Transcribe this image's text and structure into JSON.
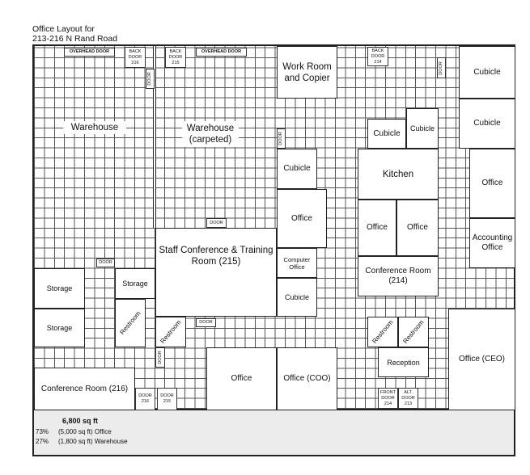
{
  "title": {
    "line1": "Office Layout for",
    "line2": "213-216 N Rand Road"
  },
  "rooms": {
    "overhead_door_1": "OVERHEAD DOOR",
    "overhead_door_2": "OVERHEAD DOOR",
    "back_door_216": "BACK DOOR 216",
    "back_door_215": "BACK DOOR 215",
    "back_door_214": "BACK DOOR 214",
    "warehouse": "Warehouse",
    "warehouse_carpeted": "Warehouse (carpeted)",
    "work_room": "Work Room and Copier",
    "cubicle_tr1": "Cubicle",
    "cubicle_tr2": "Cubicle",
    "cubicle_a": "Cubicle",
    "cubicle_b": "Cubicle",
    "cubicle_c": "Cubicle",
    "cubicle_d": "Cubicle",
    "kitchen": "Kitchen",
    "office_a": "Office",
    "office_b": "Office",
    "office_c": "Office",
    "office_d": "Office",
    "office_e": "Office",
    "accounting": "Accounting Office",
    "computer_office": "Computer Office",
    "staff_conf": "Staff Conference & Training Room (215)",
    "conf_214": "Conference Room (214)",
    "storage_1": "Storage",
    "storage_2": "Storage",
    "storage_3": "Storage",
    "restroom_1": "Restroom",
    "restroom_2": "Restroom",
    "restroom_3": "Restroom",
    "restroom_4": "Restroom",
    "reception": "Reception",
    "office_coo": "Office (COO)",
    "office_ceo": "Office (CEO)",
    "conf_216": "Conference Room (216)",
    "door": "DOOR",
    "door_216": "DOOR 216",
    "door_215": "DOOR 215",
    "front_door_214": "FRONT DOOR 214",
    "alt_door_213": "ALT. DOOR 213"
  },
  "summary": {
    "total": "6,800  sq ft",
    "office_pct": "73%",
    "office_text": "(5,000  sq ft)  Office",
    "warehouse_pct": "27%",
    "warehouse_text": "(1,800  sq ft)  Warehouse"
  }
}
